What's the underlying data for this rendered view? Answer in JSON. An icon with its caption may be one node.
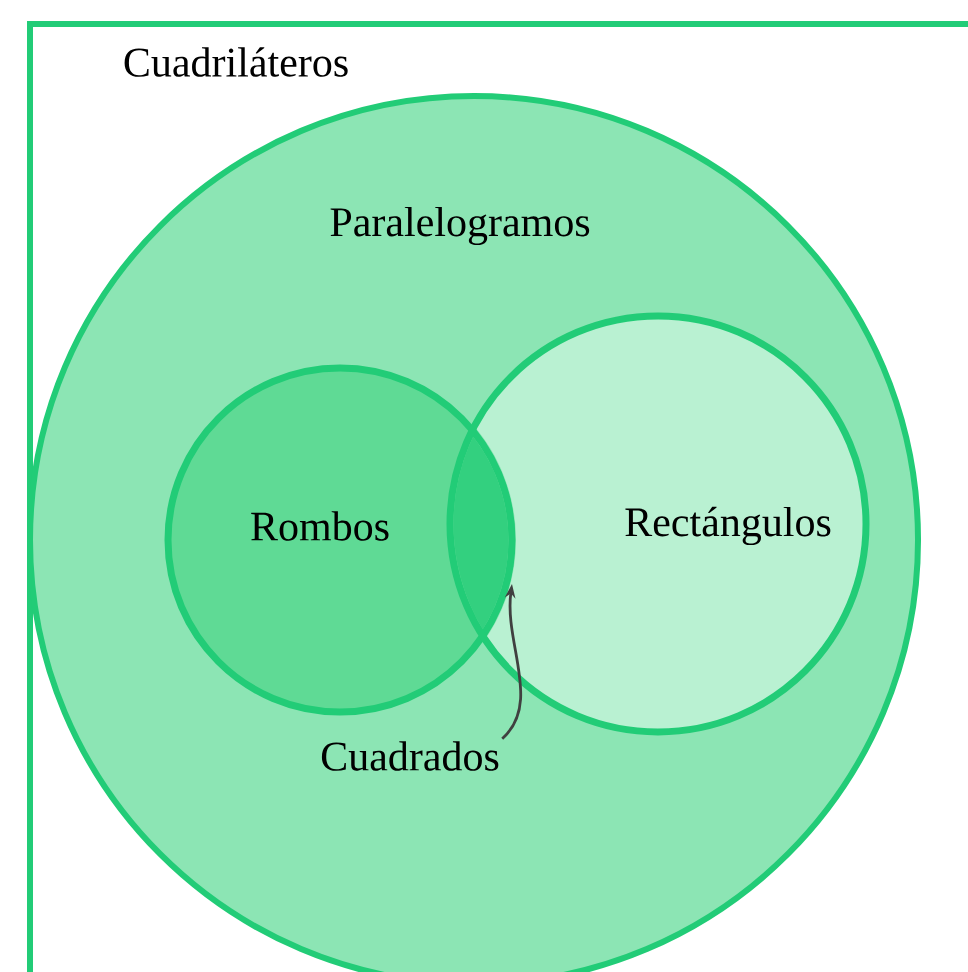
{
  "diagram": {
    "nodes": [
      {
        "text": [
          "Cuadriláteros"
        ]
      },
      {
        "text": [
          "Paralelogramos"
        ],
        "in": 0
      },
      {
        "text": [
          "Rombos"
        ],
        "in": 1
      },
      {
        "text": [
          "Rectángulos"
        ],
        "in": 1
      },
      {
        "text": [
          "Cuadrados"
        ],
        "in": 1
      },
      {
        "text": [],
        "shape": "lens"
      }
    ],
    "edges": [
      {
        "from": 4,
        "to": 5,
        "arrow": "to"
      }
    ]
  }
}
